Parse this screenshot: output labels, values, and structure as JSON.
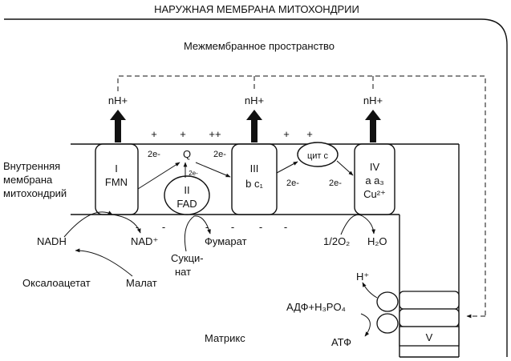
{
  "title": "НАРУЖНАЯ МЕМБРАНА МИТОХОНДРИИ",
  "intermembrane_space": "Межмембранное пространство",
  "inner_membrane_label": [
    "Внутренняя",
    "мембрана",
    "митохондрий"
  ],
  "matrix_label": "Матрикс",
  "proton_label": "nH+",
  "plus_signs": [
    "+",
    "+",
    "++",
    "+",
    "+"
  ],
  "minus_signs": [
    "-",
    "-",
    "-",
    "-",
    "-",
    "-"
  ],
  "complex_I": [
    "I",
    "FMN"
  ],
  "complex_II": [
    "II",
    "FAD"
  ],
  "complex_III": [
    "III",
    "b c₁"
  ],
  "complex_IV": [
    "IV",
    "a a₃",
    "Cu²⁺"
  ],
  "complex_V": "V",
  "quinone": "Q",
  "cytochrome_c": "цит с",
  "electron_labels": [
    "2e-",
    "2e-",
    "2e-",
    "2e-",
    "2e-"
  ],
  "substrates": {
    "nadh": "NADH",
    "nad": "NAD⁺",
    "oxaloacetate": "Оксалоацетат",
    "malate": "Малат",
    "fumarate": "Фумарат",
    "succinate": [
      "Сукци-",
      "нат"
    ],
    "oxygen": "1/2O₂",
    "water": "H₂O",
    "proton_out": "H⁺",
    "adp_pi": "АДФ+H₃PO₄",
    "atp": "АТФ"
  }
}
